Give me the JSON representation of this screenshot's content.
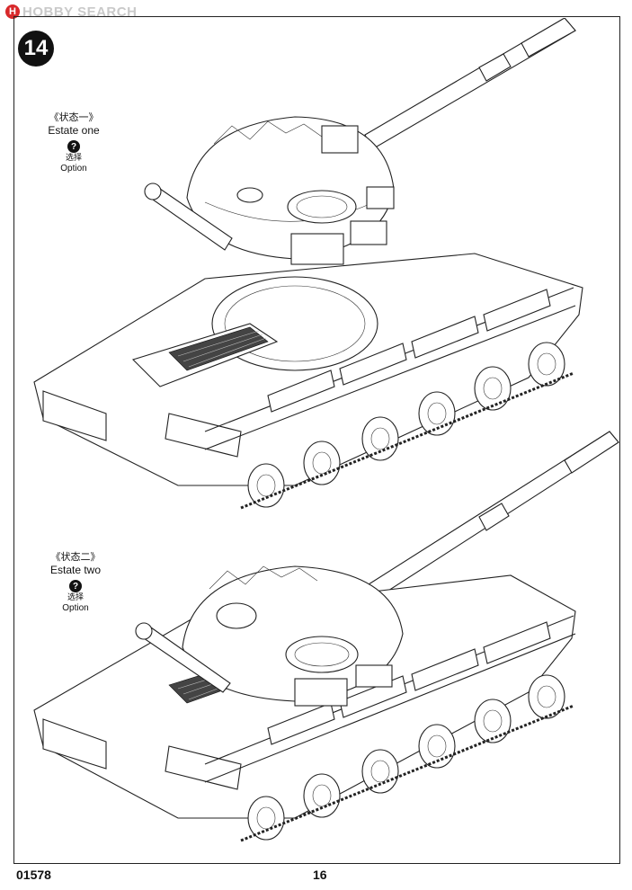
{
  "watermark": {
    "logo_letter": "H",
    "text": "HOBBY SEARCH"
  },
  "step": {
    "number": "14"
  },
  "state_one": {
    "label_cn": "《状态一》",
    "label_en": "Estate one",
    "option_icon": "?",
    "option_cn": "选择",
    "option_en": "Option"
  },
  "state_two": {
    "label_cn": "《状态二》",
    "label_en": "Estate two",
    "option_icon": "?",
    "option_cn": "选择",
    "option_en": "Option"
  },
  "footer": {
    "product_code": "01578",
    "page_number": "16"
  }
}
